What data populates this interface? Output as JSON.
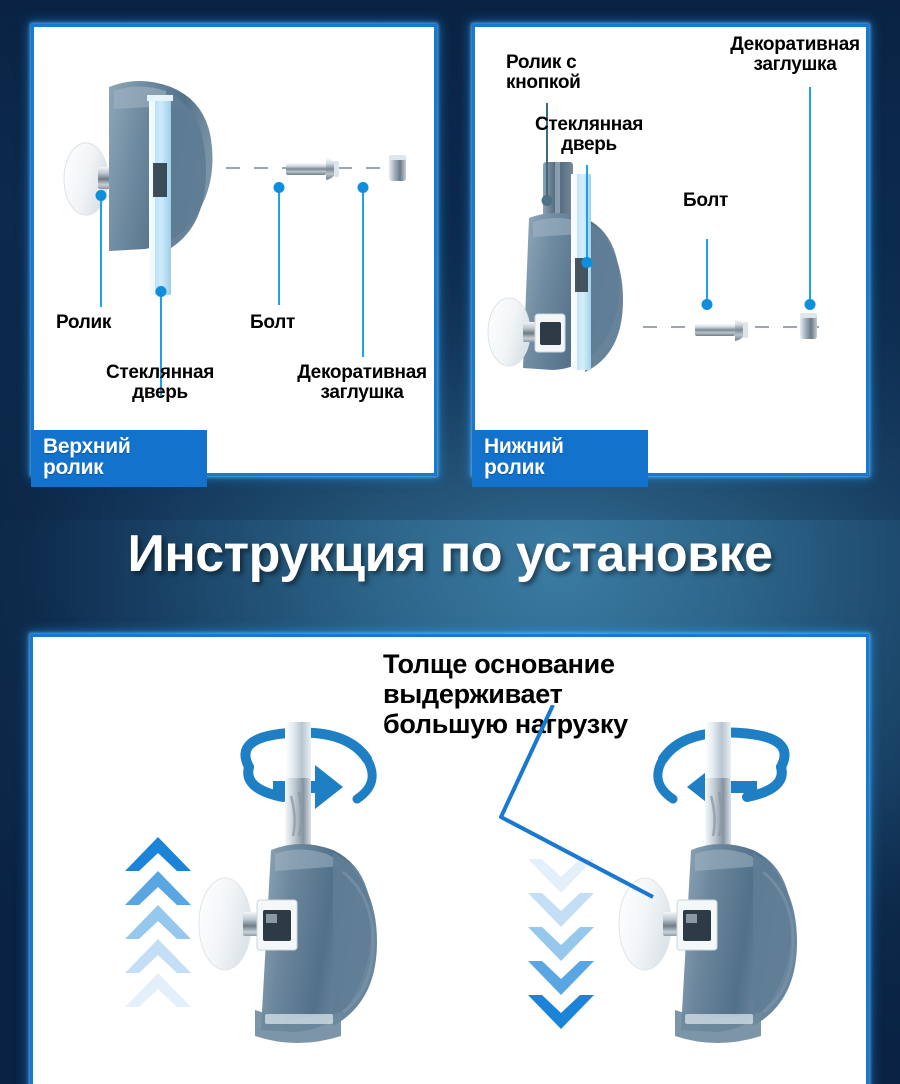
{
  "background": {
    "color_dark": "#0a2344",
    "color_mid": "#2c6488",
    "color_light": "#3b7ba3"
  },
  "theme": {
    "accent_blue": "#1878d2",
    "badge_blue": "#1272cc",
    "leader_blue": "#1aa3e8",
    "dot_blue": "#0d8fdd",
    "chevron_blue": "#1b84d8",
    "arrow_blue": "#1f7fc4",
    "panel_white": "#ffffff",
    "label_black": "#000000",
    "title_white": "#ffffff"
  },
  "main_title": "Инструкция по установке",
  "panels": {
    "top_roller": {
      "badge": "Верхний\nролик",
      "callouts": [
        {
          "id": "rolik",
          "label": "Ролик"
        },
        {
          "id": "steklyannaya-dver",
          "label": "Стеклянная\nдверь"
        },
        {
          "id": "bolt",
          "label": "Болт"
        },
        {
          "id": "dekorativnaya-zaglushka",
          "label": "Декоративная\nзаглушка"
        }
      ]
    },
    "bottom_roller": {
      "badge": "Нижний\nролик",
      "callouts": [
        {
          "id": "rolik-s-knopkoy",
          "label": "Ролик с\nкнопкой"
        },
        {
          "id": "steklyannaya-dver",
          "label": "Стеклянная\nдверь"
        },
        {
          "id": "bolt",
          "label": "Болт"
        },
        {
          "id": "dekorativnaya-zaglushka",
          "label": "Декоративная\nзаглушка"
        }
      ]
    },
    "installation": {
      "headline": "Толще основание\nвыдерживает\nбольшую нагрузку",
      "left_figure": {
        "id": "adjust-up",
        "direction_icon": "chevrons-up-icon",
        "rotation_icon": "rotate-clockwise-icon"
      },
      "right_figure": {
        "id": "adjust-down",
        "direction_icon": "chevrons-down-icon",
        "rotation_icon": "rotate-counterclockwise-icon"
      }
    }
  }
}
